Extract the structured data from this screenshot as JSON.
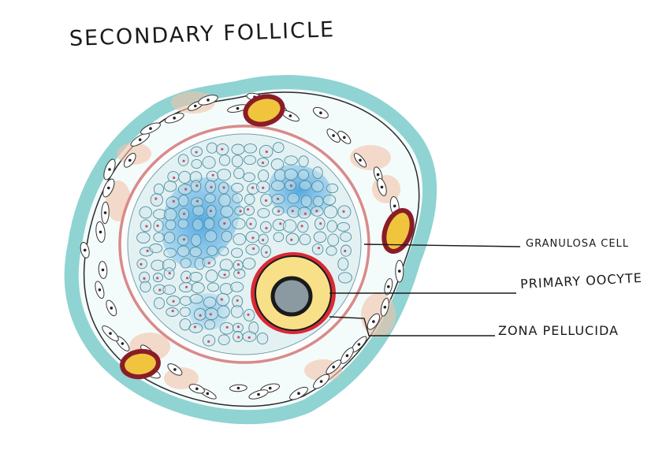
{
  "title": "SECONDARY FOLLICLE",
  "labels": {
    "granulosa": "GRANULOSA CELL",
    "oocyte": "PRIMARY OOCYTE",
    "zona": "ZONA PELLUCIDA"
  },
  "colors": {
    "theca_outer": "#8fd3d3",
    "theca_fill": "#f4fbfb",
    "basement_membrane": "#d98a8a",
    "peach": "#f2c3a8",
    "granulosa_fill": "#cfe6ec",
    "cell_outline": "#4f8fa0",
    "antrum": "#59ade6",
    "zona_red": "#d92a36",
    "ooplasm": "#f8e088",
    "nucleus": "#8a9aa0",
    "vessel_wall": "#8a1c28",
    "vessel_lumen": "#f0c43c"
  }
}
